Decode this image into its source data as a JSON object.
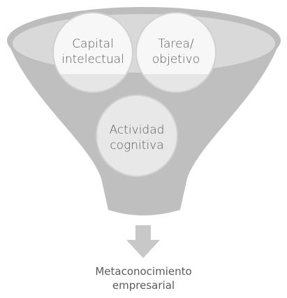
{
  "funnel": {
    "inputs": [
      {
        "line1": "Capital",
        "line2": "intelectual"
      },
      {
        "line1": "Tarea/",
        "line2": "objetivo"
      },
      {
        "line1": "Actividad",
        "line2": "cognitiva"
      }
    ]
  },
  "output": {
    "line1": "Metaconocimiento",
    "line2": "empresarial"
  },
  "colors": {
    "funnel_body": "#bfbfbf",
    "funnel_rim": "#d9d9d9",
    "circle_fill": "#f7f7f7",
    "circle_lower": "#e6e6e6",
    "circle_stroke": "#cfcfcf",
    "arrow": "#c8c8c8",
    "text": "#5a5a5a"
  }
}
